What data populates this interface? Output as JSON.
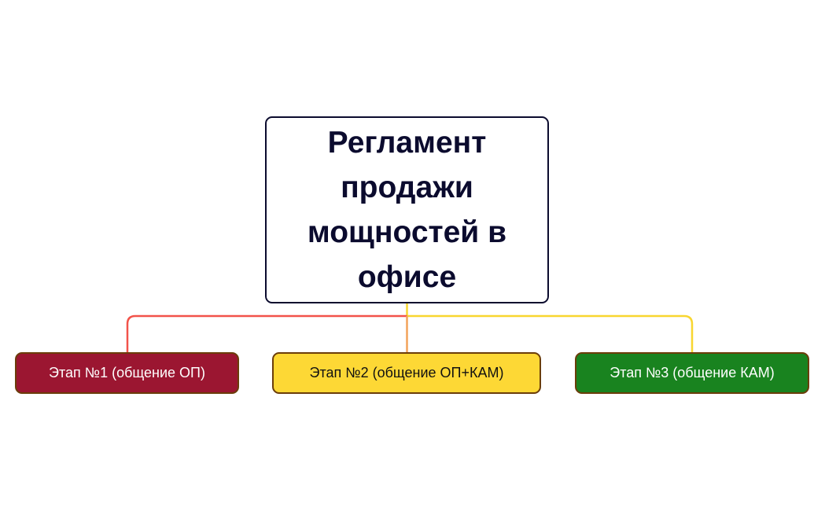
{
  "diagram": {
    "type": "mind-map",
    "root": {
      "label": "Регламент\nпродажи\nмощностей в\nофисе",
      "text_color": "#0b0b2e",
      "border_color": "#0b0b2e",
      "fill": "#ffffff"
    },
    "children": [
      {
        "label": "Этап №1 (общение ОП)",
        "fill": "#9b1631",
        "text_color": "#ffffff",
        "border_color": "#6b3d0a",
        "connector_color": "#f2534a"
      },
      {
        "label": "Этап №2 (общение ОП+КАМ)",
        "fill": "#fdd835",
        "text_color": "#111111",
        "border_color": "#6b3d0a",
        "connector_color": "#f2a25a"
      },
      {
        "label": "Этап №3 (общение КАМ)",
        "fill": "#19831f",
        "text_color": "#ffffff",
        "border_color": "#6b3d0a",
        "connector_color": "#f8d630"
      }
    ]
  }
}
